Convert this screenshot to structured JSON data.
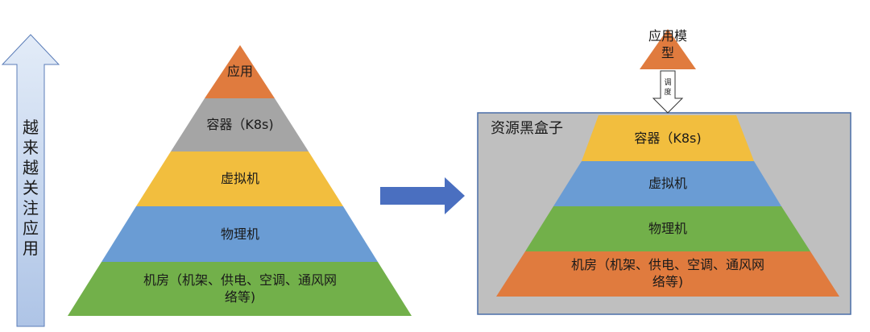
{
  "side_arrow": {
    "chars": [
      "越",
      "来",
      "越",
      "关",
      "注",
      "应",
      "用"
    ]
  },
  "left_pyramid": {
    "layers": [
      {
        "label_lines": [
          "应用"
        ],
        "color": "#E07B3E"
      },
      {
        "label_lines": [
          "容器（K8s)"
        ],
        "color": "#A5A5A5"
      },
      {
        "label_lines": [
          "虚拟机"
        ],
        "color": "#F2BE3E"
      },
      {
        "label_lines": [
          "物理机"
        ],
        "color": "#6A9CD4"
      },
      {
        "label_lines": [
          "机房（机架、供电、空调、通风网",
          "络等)"
        ],
        "color": "#72B04A"
      }
    ]
  },
  "black_box": {
    "title": "资源黑盒子",
    "background": "#BFBFBF",
    "border": "#4A6FA8"
  },
  "right_pyramid": {
    "top_model": {
      "label_lines": [
        "应用模",
        "型"
      ],
      "color": "#E07B3E"
    },
    "schedule_arrow": {
      "chars": [
        "调",
        "度"
      ]
    },
    "layers": [
      {
        "label_lines": [
          "容器（K8s)"
        ],
        "color": "#F2BE3E"
      },
      {
        "label_lines": [
          "虚拟机"
        ],
        "color": "#6A9CD4"
      },
      {
        "label_lines": [
          "物理机"
        ],
        "color": "#72B04A"
      },
      {
        "label_lines": [
          "机房（机架、供电、空调、通风网",
          "络等)"
        ],
        "color": "#E07B3E"
      }
    ]
  },
  "transition_arrow": {
    "color": "#4A6FC0"
  }
}
